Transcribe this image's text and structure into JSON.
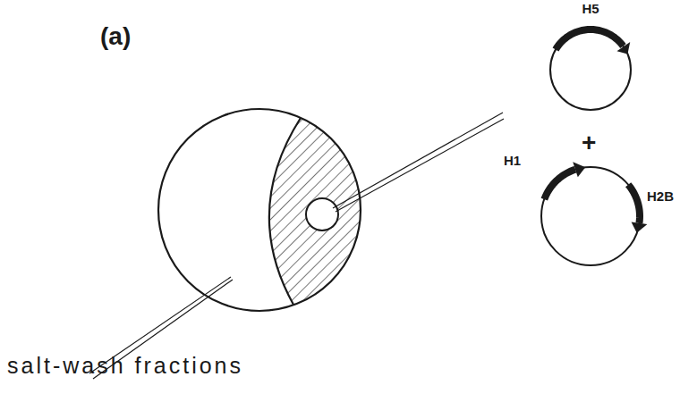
{
  "diagram": {
    "nodes": [
      {
        "text": [
          "H5"
        ]
      },
      {
        "text": [
          "H1",
          "H2B"
        ]
      }
    ],
    "labels": [
      "(a)",
      "+",
      "salt-wash fractions"
    ]
  }
}
